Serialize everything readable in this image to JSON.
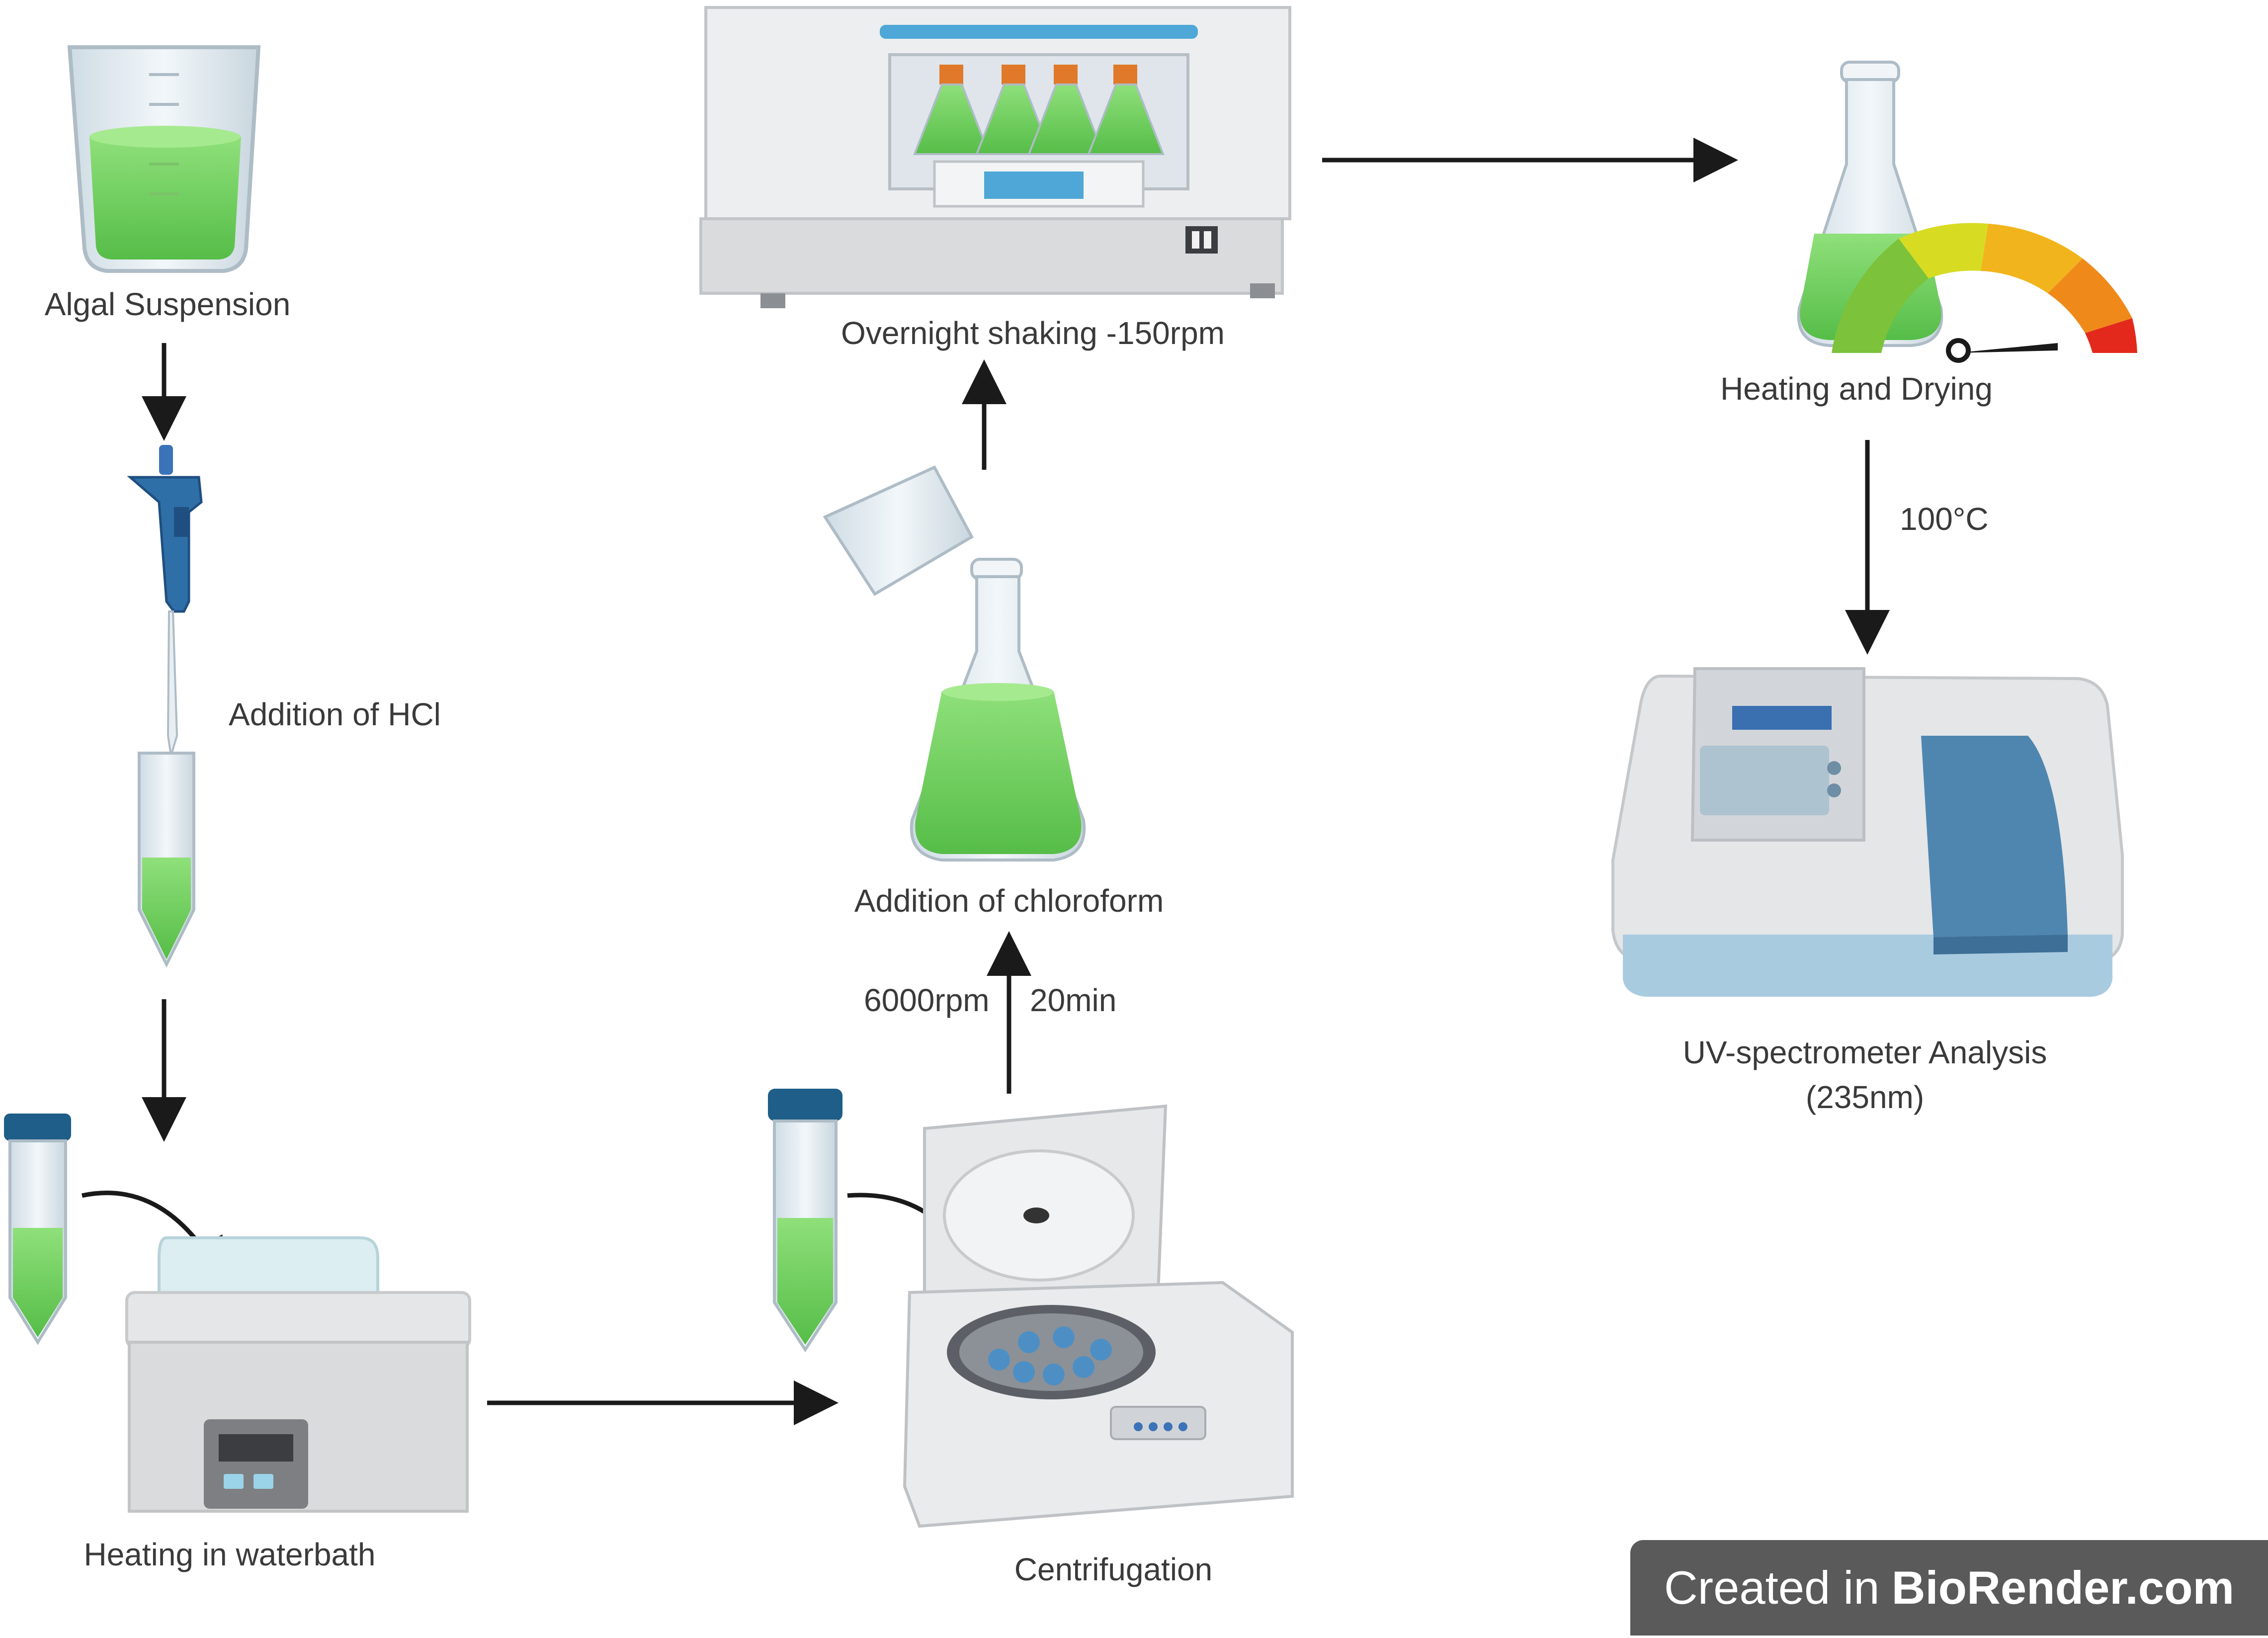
{
  "steps": {
    "algal_suspension": "Algal Suspension",
    "addition_hcl": "Addition of HCl",
    "heating_waterbath": "Heating in waterbath",
    "centrifugation": "Centrifugation",
    "centrifuge_speed": "6000rpm",
    "centrifuge_time": "20min",
    "addition_chloroform": "Addition of chloroform",
    "overnight_shaking": "Overnight shaking -150rpm",
    "heating_drying": "Heating and Drying",
    "temperature": "100°C",
    "uv_analysis_line1": "UV-spectrometer Analysis",
    "uv_analysis_line2": "(235nm)"
  },
  "credit": {
    "prefix": "Created in",
    "brand": "BioRender.com"
  },
  "colors": {
    "green_liquid": "#6fd15a",
    "glass": "#dfe9ef",
    "arrow": "#1a1a1a",
    "device_gray": "#d9dbdd",
    "blue_accent": "#2f6fa8",
    "badge": "#5a5a5a"
  }
}
